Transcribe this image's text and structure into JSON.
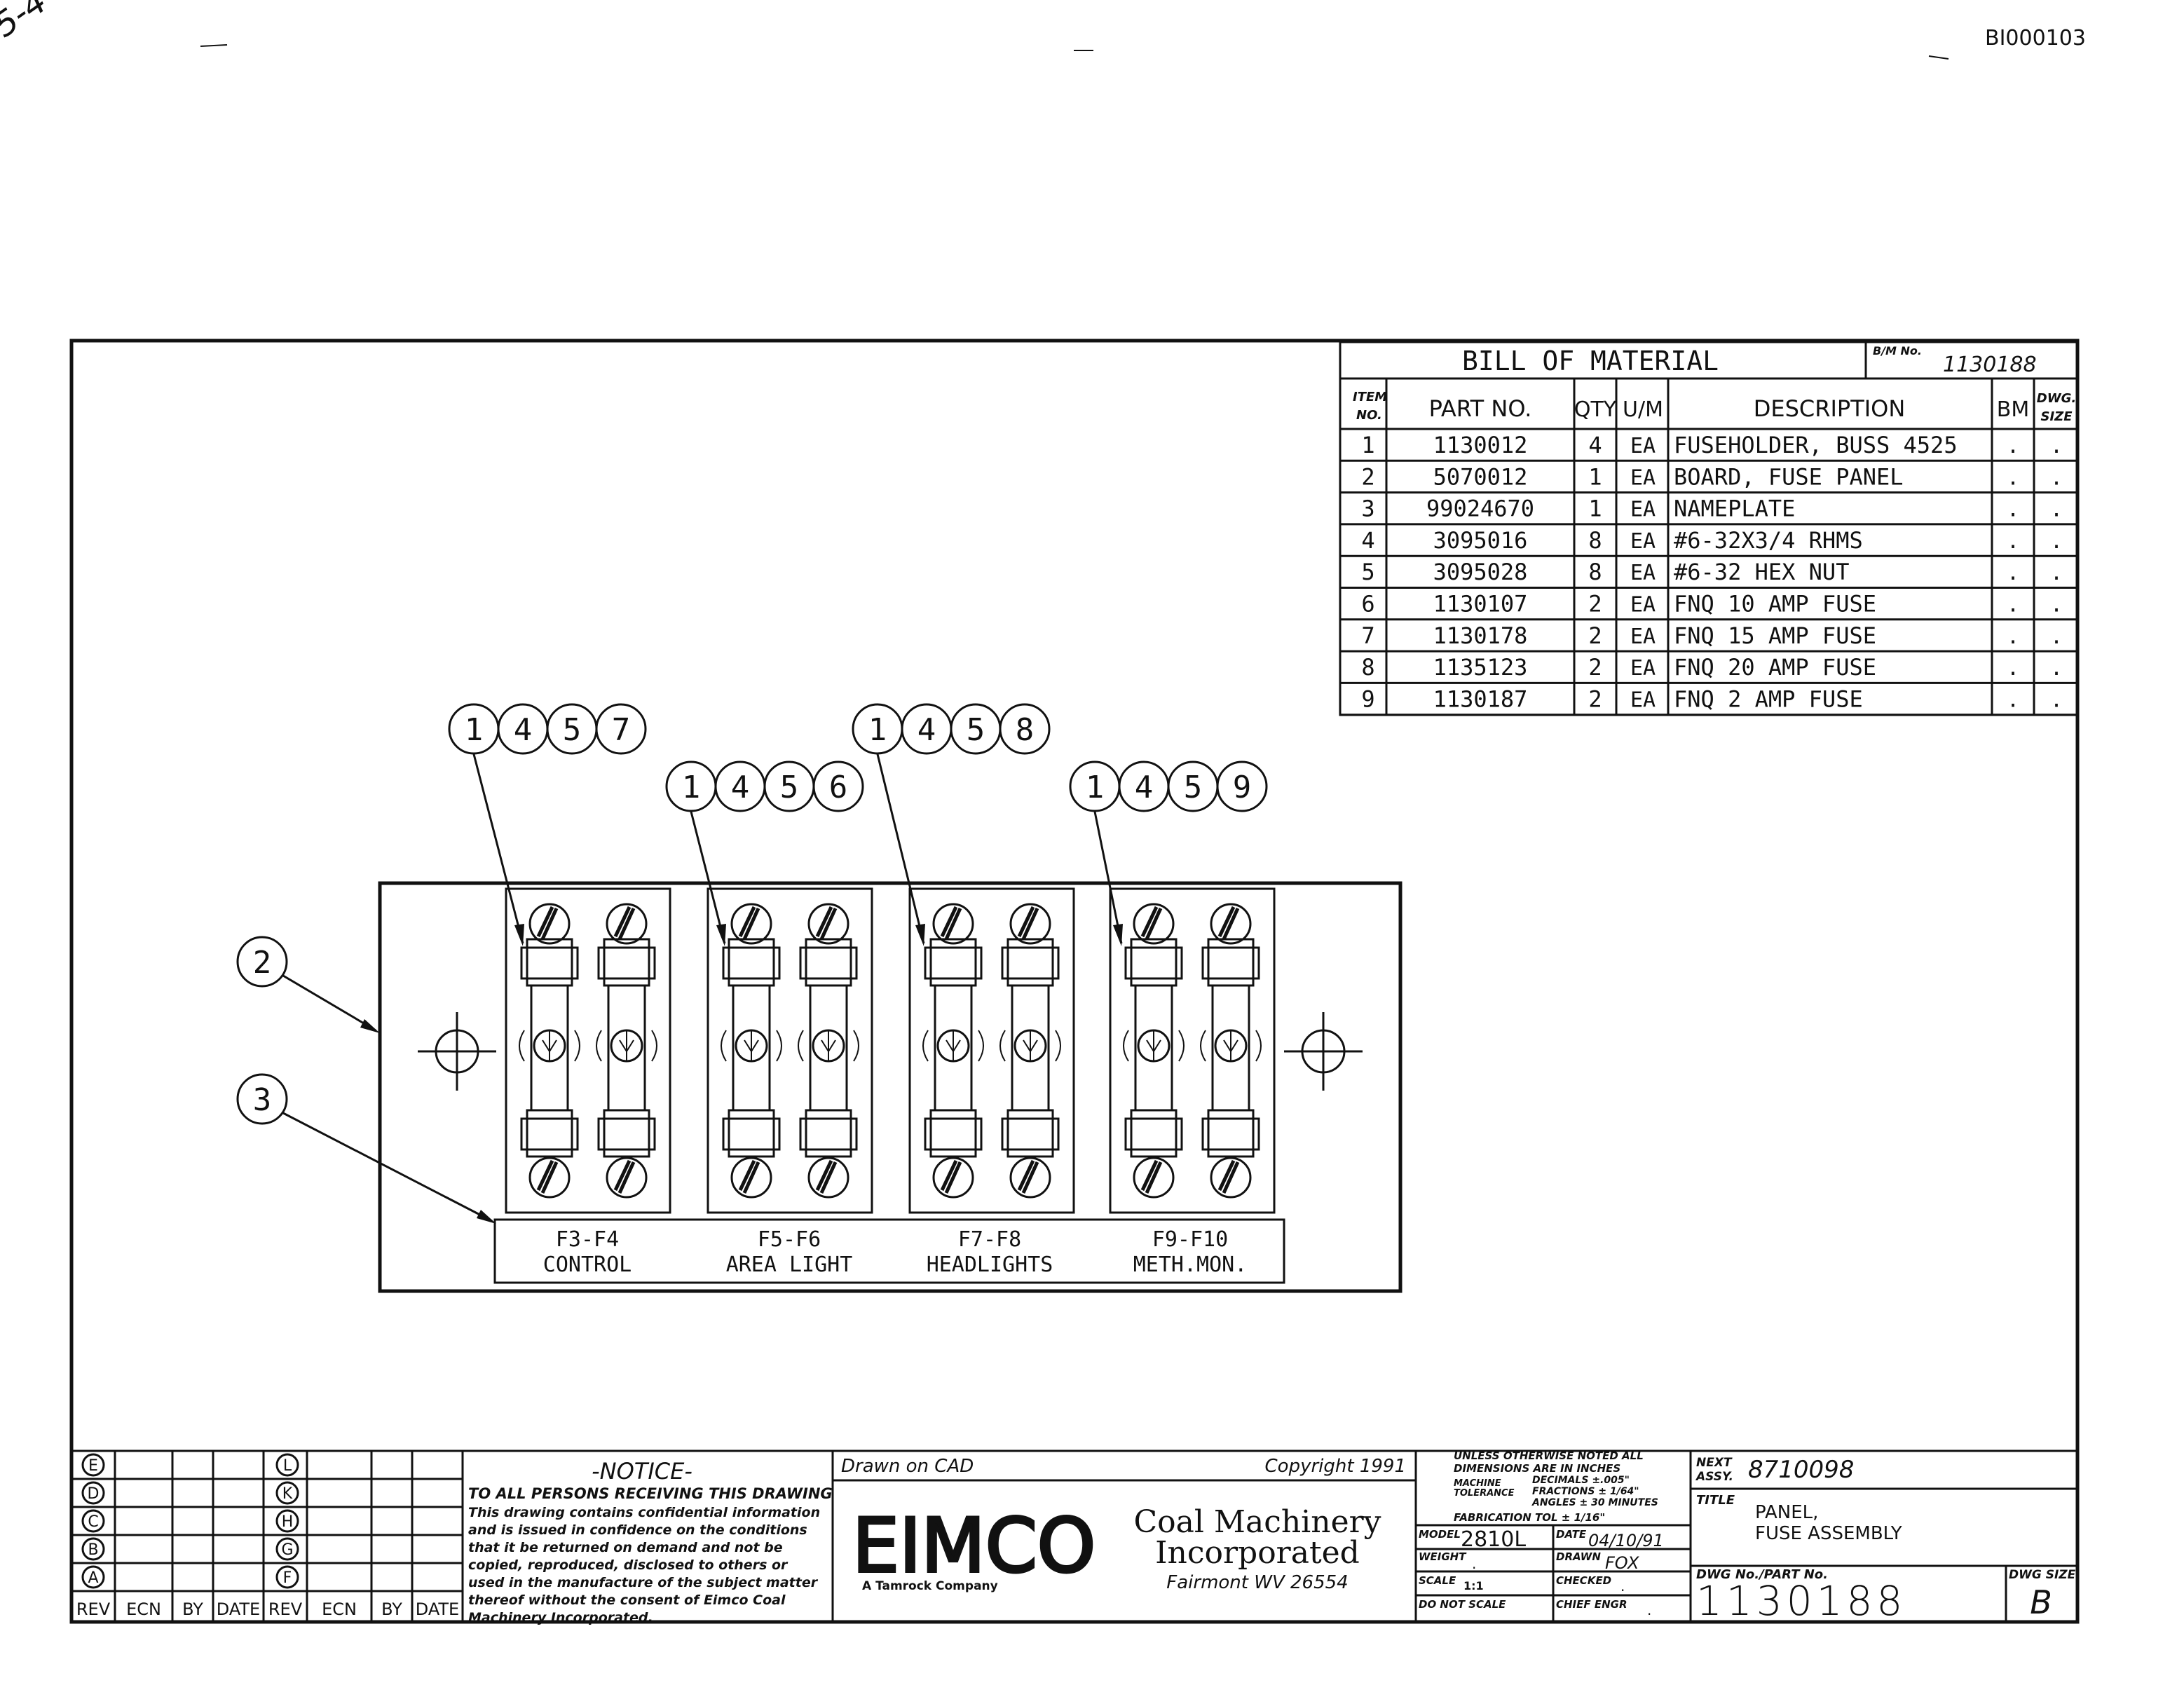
{
  "doc_id": "BI000103",
  "corner_note": "5-4",
  "bom": {
    "title": "BILL OF MATERIAL",
    "bm_no_label": "B/M No.",
    "bm_no": "1130188",
    "headers": {
      "item_1": "ITEM",
      "item_2": "NO.",
      "part_no": "PART NO.",
      "qty": "QTY",
      "um": "U/M",
      "description": "DESCRIPTION",
      "bm": "BM",
      "dwg_1": "DWG.",
      "dwg_2": "SIZE"
    },
    "rows": [
      {
        "item": "1",
        "part": "1130012",
        "qty": "4",
        "um": "EA",
        "desc": "FUSEHOLDER, BUSS 4525",
        "bm": ".",
        "size": "."
      },
      {
        "item": "2",
        "part": "5070012",
        "qty": "1",
        "um": "EA",
        "desc": "BOARD, FUSE PANEL",
        "bm": ".",
        "size": "."
      },
      {
        "item": "3",
        "part": "99024670",
        "qty": "1",
        "um": "EA",
        "desc": "NAMEPLATE",
        "bm": ".",
        "size": "."
      },
      {
        "item": "4",
        "part": "3095016",
        "qty": "8",
        "um": "EA",
        "desc": "#6-32X3/4 RHMS",
        "bm": ".",
        "size": "."
      },
      {
        "item": "5",
        "part": "3095028",
        "qty": "8",
        "um": "EA",
        "desc": "#6-32 HEX NUT",
        "bm": ".",
        "size": "."
      },
      {
        "item": "6",
        "part": "1130107",
        "qty": "2",
        "um": "EA",
        "desc": "FNQ 10 AMP FUSE",
        "bm": ".",
        "size": "."
      },
      {
        "item": "7",
        "part": "1130178",
        "qty": "2",
        "um": "EA",
        "desc": "FNQ 15 AMP FUSE",
        "bm": ".",
        "size": "."
      },
      {
        "item": "8",
        "part": "1135123",
        "qty": "2",
        "um": "EA",
        "desc": "FNQ 20 AMP FUSE",
        "bm": ".",
        "size": "."
      },
      {
        "item": "9",
        "part": "1130187",
        "qty": "2",
        "um": "EA",
        "desc": "FNQ 2 AMP FUSE",
        "bm": ".",
        "size": "."
      }
    ]
  },
  "balloon_groups": [
    [
      "1",
      "4",
      "5",
      "7"
    ],
    [
      "1",
      "4",
      "5",
      "6"
    ],
    [
      "1",
      "4",
      "5",
      "8"
    ],
    [
      "1",
      "4",
      "5",
      "9"
    ]
  ],
  "callouts": [
    "2",
    "3"
  ],
  "fuse_labels": [
    {
      "code": "F3-F4",
      "name": "CONTROL"
    },
    {
      "code": "F5-F6",
      "name": "AREA LIGHT"
    },
    {
      "code": "F7-F8",
      "name": "HEADLIGHTS"
    },
    {
      "code": "F9-F10",
      "name": "METH.MON."
    }
  ],
  "revision": {
    "letters_left": [
      "E",
      "D",
      "C",
      "B",
      "A"
    ],
    "letters_right": [
      "L",
      "K",
      "H",
      "G",
      "F"
    ],
    "headers": [
      "REV",
      "ECN",
      "BY",
      "DATE",
      "REV",
      "ECN",
      "BY",
      "DATE"
    ]
  },
  "notice": {
    "title": "-NOTICE-",
    "line1": "TO ALL PERSONS RECEIVING THIS DRAWING",
    "body": [
      "This drawing contains confidential information",
      "and is issued in confidence on the conditions",
      "that it be returned on demand and not be",
      "copied, reproduced, disclosed to others or",
      "used in the manufacture of the subject matter",
      "thereof without the consent of Eimco Coal",
      "Machinery Incorporated."
    ]
  },
  "company": {
    "drawn_on": "Drawn on CAD",
    "copyright": "Copyright 1991",
    "logo": "EIMCO",
    "tagline": "A Tamrock Company",
    "name_1": "Coal Machinery",
    "name_2": "Incorporated",
    "location": "Fairmont WV 26554"
  },
  "tolerance": {
    "line1": "UNLESS OTHERWISE NOTED ALL",
    "line2": "DIMENSIONS ARE IN INCHES",
    "machine": "MACHINE",
    "tolerance": "TOLERANCE",
    "decimals": "DECIMALS ±.005\"",
    "fractions": "FRACTIONS ± 1/64\"",
    "angles": "ANGLES ± 30 MINUTES",
    "fabrication": "FABRICATION TOL ± 1/16\""
  },
  "title_block": {
    "model_label": "MODEL",
    "model": "2810L",
    "date_label": "DATE",
    "date": "04/10/91",
    "weight_label": "WEIGHT",
    "weight": ".",
    "drawn_label": "DRAWN",
    "drawn": "FOX",
    "scale_label": "SCALE",
    "scale": "1:1",
    "checked_label": "CHECKED",
    "checked": ".",
    "do_not_scale": "DO NOT SCALE",
    "chief_label": "CHIEF ENGR",
    "chief": ".",
    "next_assy_label_1": "NEXT",
    "next_assy_label_2": "ASSY.",
    "next_assy": "8710098",
    "title_label": "TITLE",
    "title_1": "PANEL,",
    "title_2": "FUSE ASSEMBLY",
    "dwg_no_label": "DWG No./PART No.",
    "dwg_no": "1130188",
    "dwg_size_label": "DWG SIZE",
    "dwg_size": "B"
  }
}
